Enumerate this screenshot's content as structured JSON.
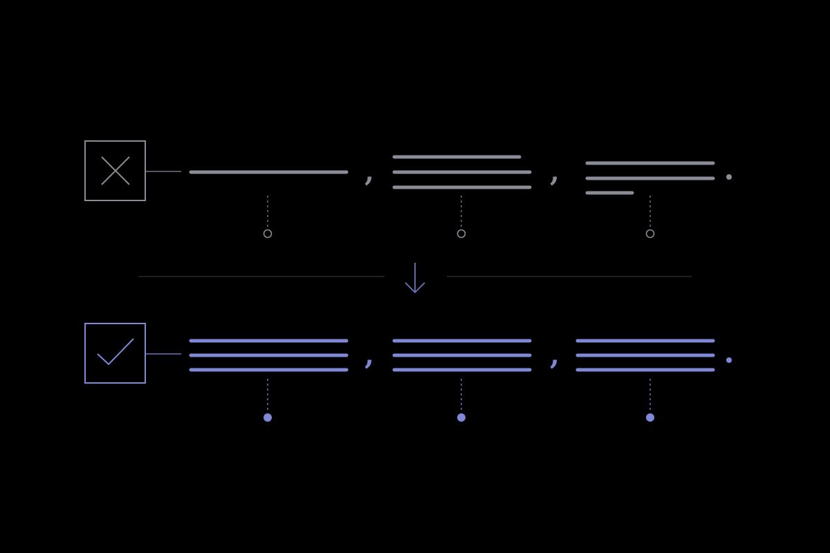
{
  "colors": {
    "background": "#000000",
    "bad": "#8a8d96",
    "bad_line": "#6f7380",
    "good": "#8088d8",
    "good_dim": "#6a72c4",
    "divider": "#2a2b31",
    "arrow": "#6d74c2"
  },
  "rows": [
    {
      "id": "before",
      "status_icon": "x-icon",
      "punctuation": [
        ",",
        ",",
        "."
      ],
      "segments": [
        {
          "line_count": 1,
          "line_lengths": [
            1.0
          ]
        },
        {
          "line_count": 3,
          "line_lengths": [
            0.92,
            1.0,
            1.0
          ]
        },
        {
          "line_count": 3,
          "line_lengths": [
            1.0,
            1.0,
            0.36
          ]
        }
      ],
      "marker_style": "hollow-circle"
    },
    {
      "id": "after",
      "status_icon": "check-icon",
      "punctuation": [
        ",",
        ",",
        "."
      ],
      "segments": [
        {
          "line_count": 3,
          "line_lengths": [
            1.0,
            1.0,
            1.0
          ]
        },
        {
          "line_count": 3,
          "line_lengths": [
            1.0,
            1.0,
            1.0
          ]
        },
        {
          "line_count": 3,
          "line_lengths": [
            1.0,
            1.0,
            1.0
          ]
        }
      ],
      "marker_style": "filled-circle"
    }
  ],
  "transition_icon": "arrow-down-icon"
}
